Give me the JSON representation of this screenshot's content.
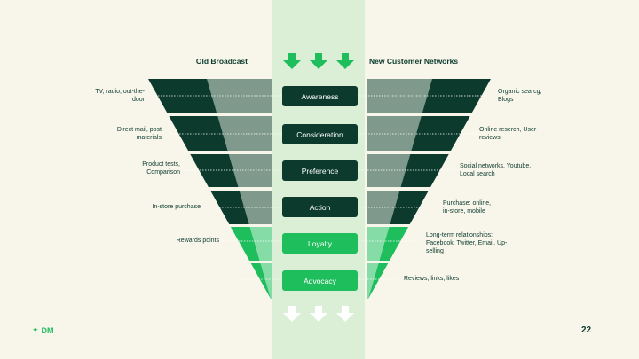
{
  "headings": {
    "left": "Old Broadcast",
    "right": "New Customer Networks"
  },
  "stages": [
    {
      "label": "Awareness",
      "left_text": "TV, radio, out-the-\ndoor",
      "right_text": "Organic searcg,\nBlogs",
      "tone": "dark"
    },
    {
      "label": "Consideration",
      "left_text": "Direct mail, post\nmaterials",
      "right_text": "Online reserch, User\nreviews",
      "tone": "dark"
    },
    {
      "label": "Preference",
      "left_text": "Product tests,\nComparison",
      "right_text": "Social networks, Youtube,\nLocal search",
      "tone": "dark"
    },
    {
      "label": "Action",
      "left_text": "In-store purchase",
      "right_text": "Purchase: online,\nin-store, mobile",
      "tone": "dark"
    },
    {
      "label": "Loyalty",
      "left_text": "Rewards points",
      "right_text": "Long-term relationships:\nFacebook, Twitter, Email. Up-\nselling",
      "tone": "green"
    },
    {
      "label": "Advocacy",
      "left_text": "",
      "right_text": "Reviews, links, likes",
      "tone": "green"
    }
  ],
  "arrows": {
    "top": "arrow-down-icon-green",
    "bottom": "arrow-down-icon-white"
  },
  "colors": {
    "dark": "#0c3b2e",
    "dark_muted": "#7f9a8c",
    "green": "#1ebe5d",
    "green_light": "#86dca6",
    "band": "#dbeed6",
    "background": "#f8f5ea"
  },
  "footer": {
    "brand_icon": "sparkle-icon",
    "brand": "DM",
    "page": "22"
  }
}
